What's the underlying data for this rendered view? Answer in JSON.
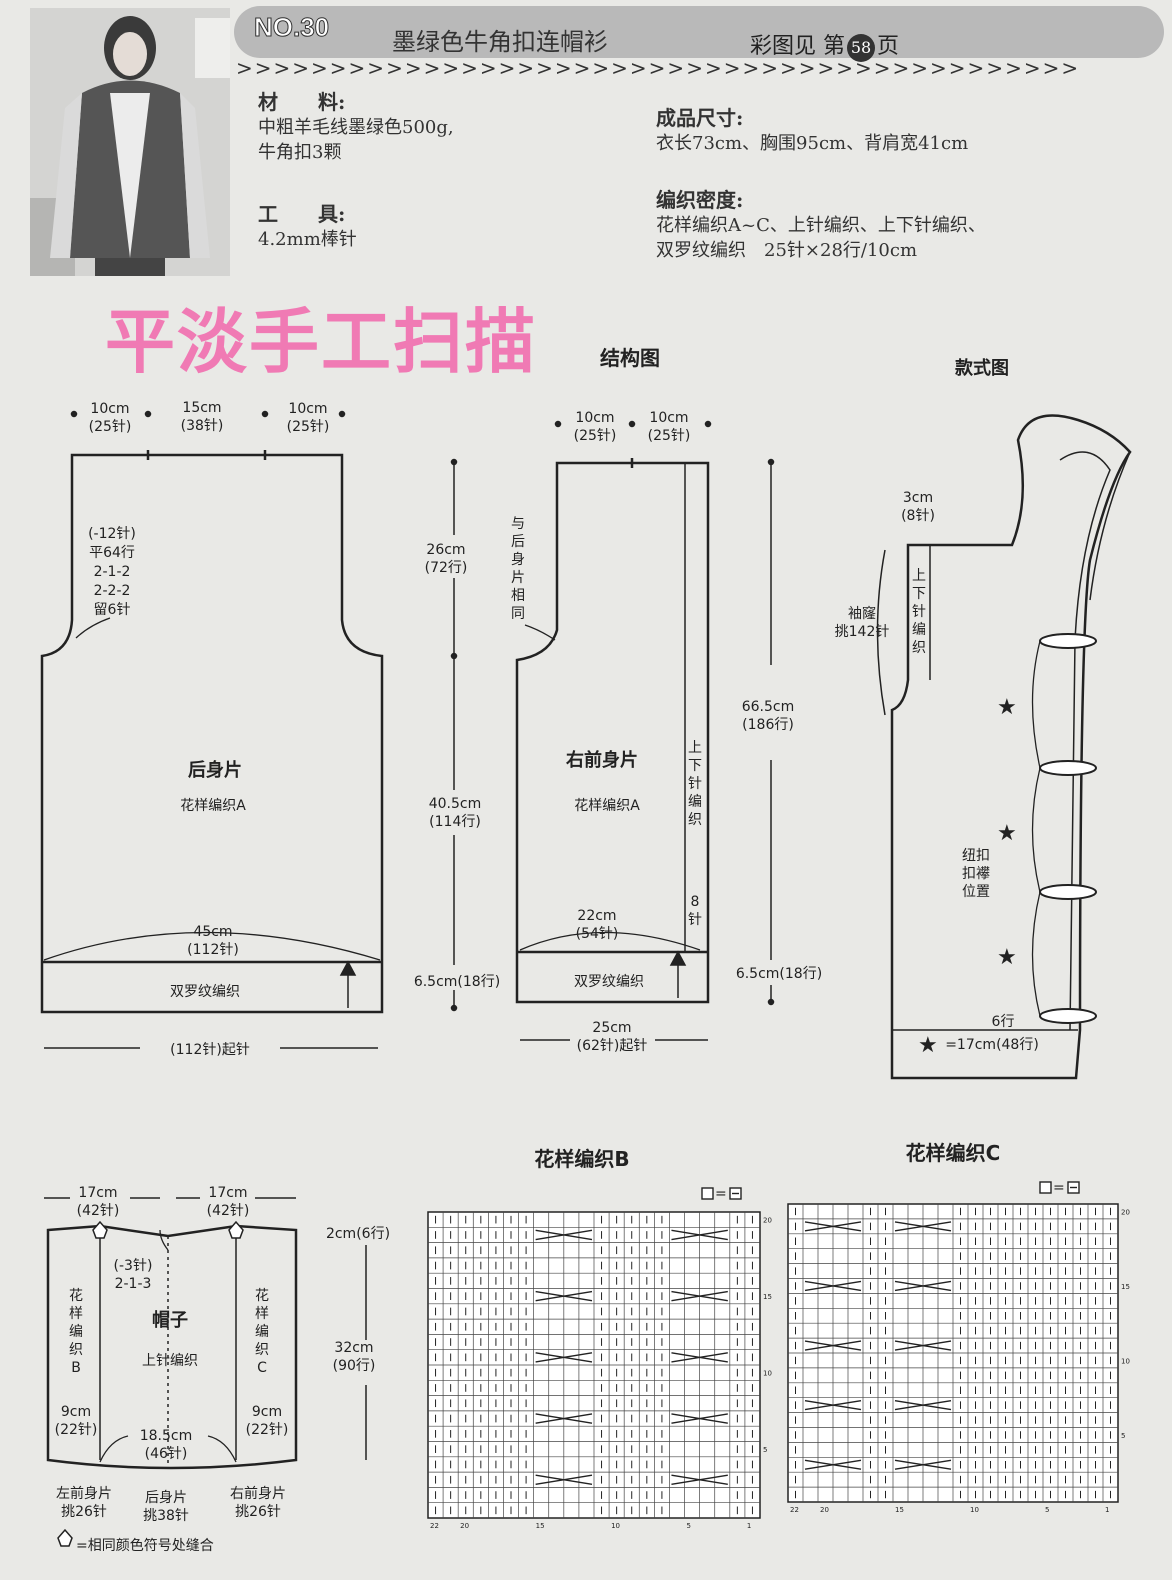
{
  "header": {
    "number": "NO.30",
    "title": "墨绿色牛角扣连帽衫",
    "page_ref_prefix": "彩图见 第",
    "page_number": "58",
    "page_ref_suffix": "页"
  },
  "materials": {
    "label": "材　　料:",
    "line1": "中粗羊毛线墨绿色500g,",
    "line2": "牛角扣3颗"
  },
  "tools": {
    "label": "工　　具:",
    "line1": "4.2mm棒针"
  },
  "size": {
    "label": "成品尺寸:",
    "line1": "衣长73cm、胸围95cm、背肩宽41cm"
  },
  "gauge": {
    "label": "编织密度:",
    "line1": "花样编织A~C、上针编织、上下针编织、",
    "line2": "双罗纹编织　25针×28行/10cm"
  },
  "watermark": "平淡手工扫描",
  "structure_title": "结构图",
  "style_title": "款式图",
  "back": {
    "d1": "10cm",
    "d1s": "(25针)",
    "d2": "15cm",
    "d2s": "(38针)",
    "d3": "10cm",
    "d3s": "(25针)",
    "armhole1": "(-12针)",
    "armhole2": "平64行",
    "armhole3": "2-1-2",
    "armhole4": "2-2-2",
    "armhole5": "留6针",
    "name": "后身片",
    "pattern": "花样编织A",
    "width": "45cm",
    "width_s": "(112针)",
    "rib": "双罗纹编织",
    "cast_on": "(112针)起针"
  },
  "vertical": {
    "a": "26cm",
    "a_s": "(72行)",
    "b": "40.5cm",
    "b_s": "(114行)",
    "c": "6.5cm(18行)",
    "total": "66.5cm",
    "total_s": "(186行)",
    "c2": "6.5cm(18行)"
  },
  "front": {
    "d1": "10cm",
    "d1s": "(25针)",
    "d2": "10cm",
    "d2s": "(25针)",
    "same_note": [
      "与",
      "后",
      "身",
      "片",
      "相",
      "同"
    ],
    "name": "右前身片",
    "pattern": "花样编织A",
    "band": [
      "上",
      "下",
      "针",
      "编",
      "织"
    ],
    "band_w": [
      "8",
      "针"
    ],
    "width": "22cm",
    "width_s": "(54针)",
    "rib": "双罗纹编织",
    "bottom": "25cm",
    "bottom_s": "(62针)起针"
  },
  "style": {
    "arm": "3cm",
    "arm_s": "(8针)",
    "arm_band": [
      "上",
      "下",
      "针",
      "编",
      "织"
    ],
    "sleeve1": "袖窿",
    "sleeve2": "挑142针",
    "button1": "纽扣",
    "button2": "扣襻",
    "button3": "位置",
    "rows6": "6行",
    "star_note": "=17cm(48行)"
  },
  "hood": {
    "d1": "17cm",
    "d1s": "(42针)",
    "d2": "17cm",
    "d2s": "(42针)",
    "top": "2cm(6行)",
    "dec1": "(-3针)",
    "dec2": "2-1-3",
    "name": "帽子",
    "pattern": "上针编织",
    "left": [
      "花",
      "样",
      "编",
      "织",
      "B"
    ],
    "right": [
      "花",
      "样",
      "编",
      "织",
      "C"
    ],
    "height": "32cm",
    "height_s": "(90行)",
    "lw": "9cm",
    "lw_s": "(22针)",
    "mw": "18.5cm",
    "mw_s": "(46针)",
    "rw": "9cm",
    "rw_s": "(22针)",
    "pick1a": "左前身片",
    "pick1b": "挑26针",
    "pick2a": "后身片",
    "pick2b": "挑38针",
    "pick3a": "右前身片",
    "pick3b": "挑26针",
    "legend": "=相同颜色符号处缝合"
  },
  "chartB": {
    "title": "花样编织B",
    "key": "=",
    "rows": [
      "20",
      "15",
      "10",
      "5"
    ],
    "cols": [
      "22",
      "20",
      "15",
      "10",
      "5",
      "1"
    ]
  },
  "chartC": {
    "title": "花样编织C",
    "key": "=",
    "rows": [
      "20",
      "15",
      "10",
      "5"
    ],
    "cols": [
      "22",
      "20",
      "15",
      "10",
      "5",
      "1"
    ]
  }
}
